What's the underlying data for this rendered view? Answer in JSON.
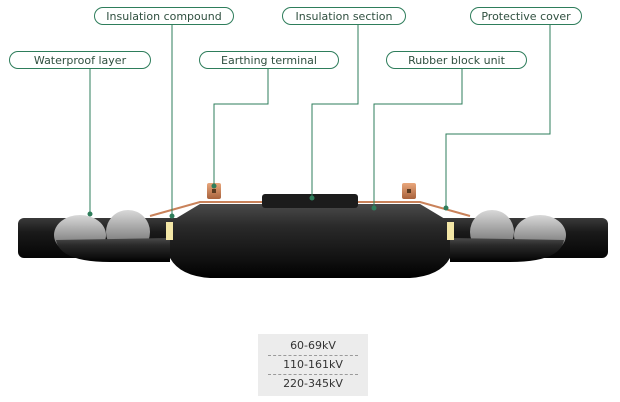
{
  "labels": {
    "insulation_compound": "Insulation compound",
    "insulation_section": "Insulation section",
    "protective_cover": "Protective cover",
    "waterproof_layer": "Waterproof layer",
    "earthing_terminal": "Earthing terminal",
    "rubber_block_unit": "Rubber block unit"
  },
  "voltage_ranges": [
    "60-69kV",
    "110-161kV",
    "220-345kV"
  ],
  "colors": {
    "accent_green": "#2e7d5b",
    "copper": "#c9825a",
    "cable_black": "#141414"
  }
}
